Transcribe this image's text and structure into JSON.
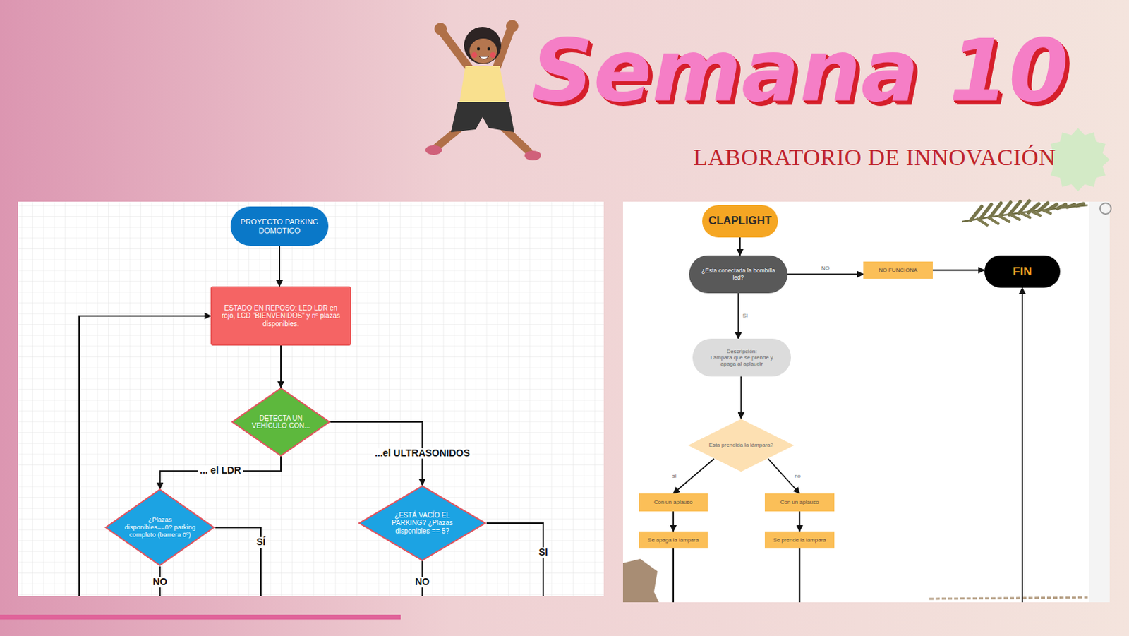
{
  "diagram": {
    "title": "Semana 10",
    "nodes": [
      {
        "text": [
          "PROYECTO PARKING DOMOTICO"
        ]
      },
      {
        "text": [
          "ESTADO EN REPOSO: LED LDR en rojo, LCD \"BIENVENIDOS\" y nº plazas disponibles."
        ]
      },
      {
        "text": [
          "DETECTA UN VEHÍCULO CON..."
        ]
      },
      {
        "text": [
          "¿Plazas disponibles==0? parking completo (barrera 0º)"
        ]
      },
      {
        "text": [
          "¿ESTÁ VACÍO EL PARKING? ¿Plazas disponibles == 5?"
        ]
      },
      {
        "text": [
          "CLAPLIGHT"
        ]
      },
      {
        "text": [
          "¿Esta conectada la bombilla led?"
        ]
      },
      {
        "text": [
          "NO FUNCIONA"
        ]
      },
      {
        "text": [
          "FIN"
        ]
      },
      {
        "text": [
          "Descripción:",
          "Lámpara que se prende y apaga al aplaudir"
        ]
      },
      {
        "text": [
          "Esta prendida la lámpara?"
        ]
      },
      {
        "text": [
          "Con un aplauso"
        ]
      },
      {
        "text": [
          "Se apaga la lámpara"
        ]
      },
      {
        "text": [
          "Con un aplauso"
        ]
      },
      {
        "text": [
          "Se prende la lámpara"
        ]
      }
    ],
    "edges": [
      {
        "from": 0,
        "to": 1,
        "arrow": "to"
      },
      {
        "from": 1,
        "to": 2,
        "arrow": "to"
      },
      {
        "from": 2,
        "to": 3,
        "label": "... el LDR",
        "arrow": "to"
      },
      {
        "from": 2,
        "to": 4,
        "label": "...el ULTRASONIDOS",
        "arrow": "to"
      },
      {
        "from": 5,
        "to": 6,
        "arrow": "to"
      },
      {
        "from": 6,
        "to": 7,
        "label": "NO",
        "arrow": "to"
      },
      {
        "from": 7,
        "to": 8,
        "arrow": "to"
      },
      {
        "from": 6,
        "to": 9,
        "label": "SI",
        "arrow": "to"
      },
      {
        "from": 9,
        "to": 10,
        "arrow": "to"
      },
      {
        "from": 10,
        "to": 11,
        "label": "si",
        "arrow": "to"
      },
      {
        "from": 10,
        "to": 13,
        "label": "no",
        "arrow": "to"
      },
      {
        "from": 11,
        "to": 12,
        "arrow": "to"
      },
      {
        "from": 13,
        "to": 14,
        "arrow": "to"
      }
    ],
    "labels": [
      "LABORATORIO DE INNOVACIÓN",
      "SÍ",
      "NO",
      "NO",
      "SI"
    ]
  }
}
